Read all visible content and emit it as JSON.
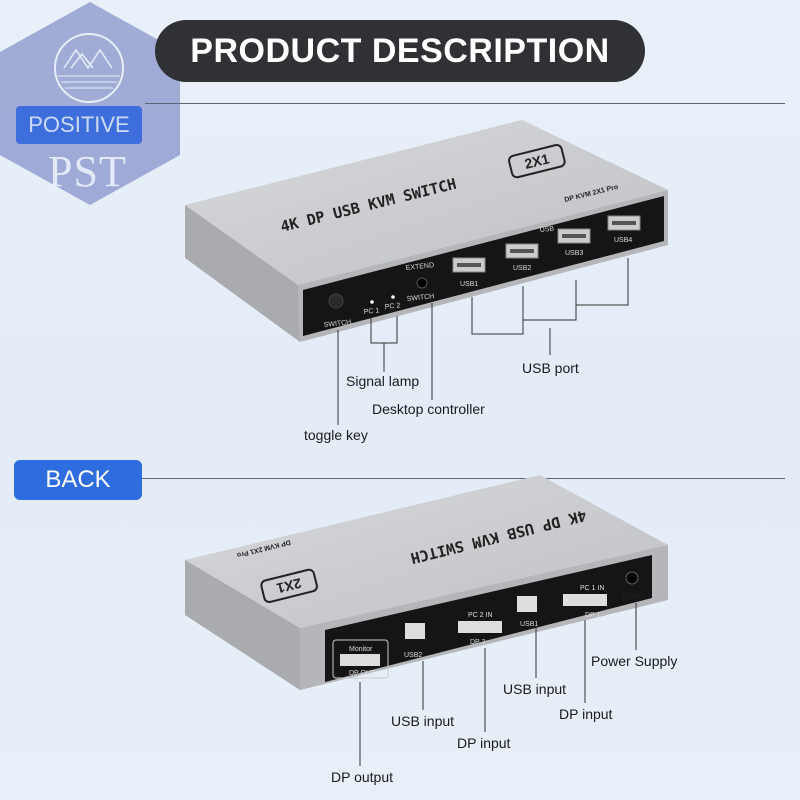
{
  "header": {
    "title": "PRODUCT DESCRIPTION"
  },
  "watermark": {
    "brand": "POSITIVE",
    "mark": "PST"
  },
  "back_section": {
    "label": "BACK"
  },
  "front_device": {
    "model_text": "4K DP USB KVM SWITCH",
    "badge": "2X1",
    "model_id": "DP KVM 2X1 Pro",
    "switch_label": "SWITCH",
    "pc1": "PC 1",
    "pc2": "PC 2",
    "extend": "EXTEND",
    "extend_switch": "SWITCH",
    "usb_group": "USB",
    "ports": [
      "USB1",
      "USB2",
      "USB3",
      "USB4"
    ]
  },
  "front_callouts": {
    "signal_lamp": "Signal lamp",
    "desktop_controller": "Desktop controller",
    "toggle_key": "toggle key",
    "usb_port": "USB port"
  },
  "back_device": {
    "model_text": "4K DP USB KVM SWITCH",
    "badge": "2X1",
    "model_id": "DP KVM 2X1 Pro",
    "monitor": "Monitor",
    "dp_out": "DP OUT",
    "usb2": "USB2",
    "pc2_in": "PC 2 IN",
    "dp2": "DP 2",
    "usb1": "USB1",
    "pc1_in": "PC 1 IN",
    "dp1": "DP 1",
    "dc": "DC5V"
  },
  "back_callouts": {
    "power_supply": "Power Supply",
    "usb_input_1": "USB input",
    "dp_input_1": "DP input",
    "usb_input_2": "USB input",
    "dp_input_2": "DP input",
    "dp_output": "DP output"
  },
  "colors": {
    "accent": "#2e6de0",
    "title_bg": "#303134",
    "device_body": "#c9cbce",
    "device_panel": "#151515"
  }
}
